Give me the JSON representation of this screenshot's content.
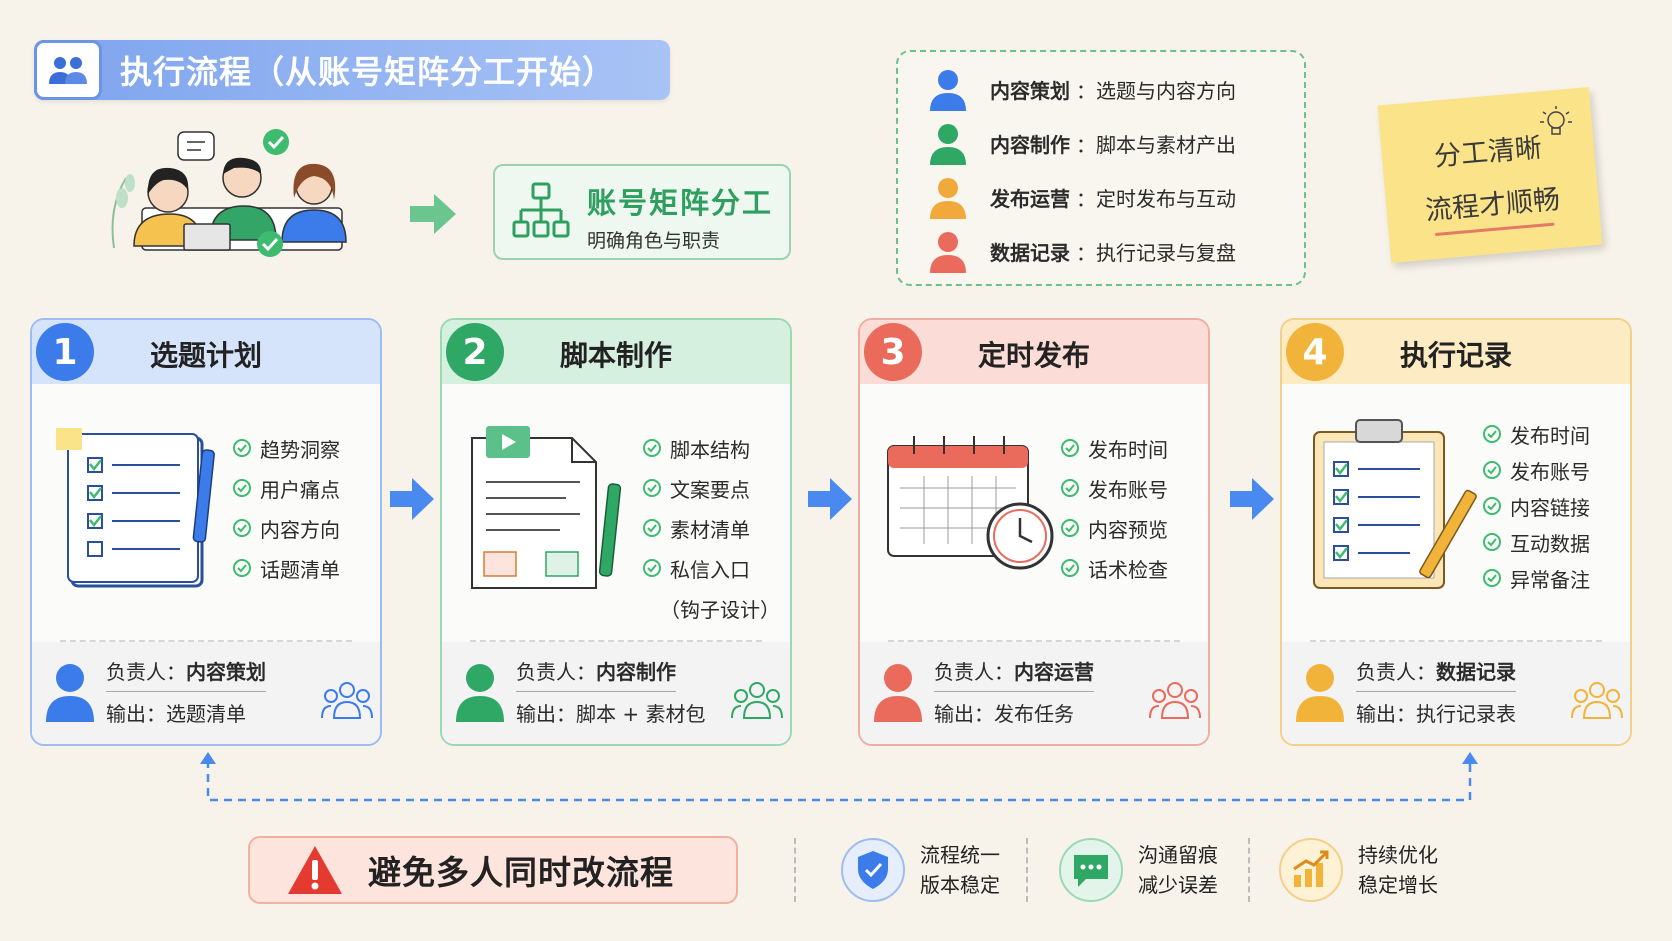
{
  "title": "执行流程（从账号矩阵分工开始）",
  "assign": {
    "title": "账号矩阵分工",
    "subtitle": "明确角色与职责"
  },
  "legend": [
    {
      "role": "内容策划",
      "desc": "：选题与内容方向",
      "color": "#3b7bea"
    },
    {
      "role": "内容制作",
      "desc": "：脚本与素材产出",
      "color": "#2fa866"
    },
    {
      "role": "发布运营",
      "desc": "：定时发布与互动",
      "color": "#f2a93b"
    },
    {
      "role": "数据记录",
      "desc": "：执行记录与复盘",
      "color": "#ea6a5c"
    }
  ],
  "sticky": {
    "line1": "分工清晰",
    "line2": "流程才顺畅"
  },
  "steps": [
    {
      "num": "1",
      "title": "选题计划",
      "color": "#3b7bea",
      "head_bg": "#d6e4fb",
      "border": "#9dbcf1",
      "items": [
        "趋势洞察",
        "用户痛点",
        "内容方向",
        "话题清单"
      ],
      "owner_label": "负责人：",
      "owner": "内容策划",
      "output": "输出：选题清单"
    },
    {
      "num": "2",
      "title": "脚本制作",
      "color": "#2fa866",
      "head_bg": "#d5f0df",
      "border": "#9bd9b4",
      "items": [
        "脚本结构",
        "文案要点",
        "素材清单",
        "私信入口"
      ],
      "note": "（钩子设计）",
      "owner_label": "负责人：",
      "owner": "内容制作",
      "output": "输出：脚本 + 素材包"
    },
    {
      "num": "3",
      "title": "定时发布",
      "color": "#ea6a5c",
      "head_bg": "#fbdcd6",
      "border": "#f2ada3",
      "items": [
        "发布时间",
        "发布账号",
        "内容预览",
        "话术检查"
      ],
      "owner_label": "负责人：",
      "owner": "内容运营",
      "output": "输出：发布任务"
    },
    {
      "num": "4",
      "title": "执行记录",
      "color": "#f2b33b",
      "head_bg": "#fcebc3",
      "border": "#f3d089",
      "items": [
        "发布时间",
        "发布账号",
        "内容链接",
        "互动数据",
        "异常备注"
      ],
      "owner_label": "负责人：",
      "owner": "数据记录",
      "output": "输出：执行记录表"
    }
  ],
  "warning": "避免多人同时改流程",
  "benefits": [
    {
      "l1": "流程统一",
      "l2": "版本稳定",
      "icon": "shield-check-icon"
    },
    {
      "l1": "沟通留痕",
      "l2": "减少误差",
      "icon": "chat-bubble-icon"
    },
    {
      "l1": "持续优化",
      "l2": "稳定增长",
      "icon": "growth-chart-icon"
    }
  ]
}
